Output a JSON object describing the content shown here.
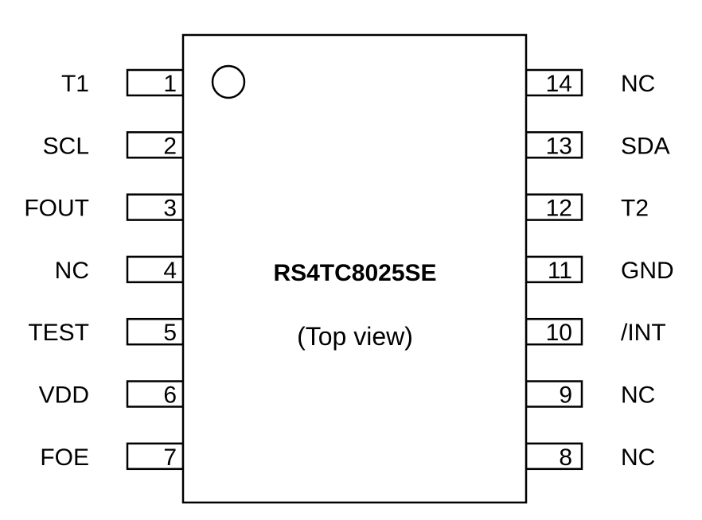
{
  "chip": {
    "part_number": "RS4TC8025SE",
    "view_label": "(Top view)"
  },
  "pins_left": [
    {
      "number": "1",
      "name": "T1"
    },
    {
      "number": "2",
      "name": "SCL"
    },
    {
      "number": "3",
      "name": "FOUT"
    },
    {
      "number": "4",
      "name": "NC"
    },
    {
      "number": "5",
      "name": "TEST"
    },
    {
      "number": "6",
      "name": "VDD"
    },
    {
      "number": "7",
      "name": "FOE"
    }
  ],
  "pins_right": [
    {
      "number": "14",
      "name": "NC"
    },
    {
      "number": "13",
      "name": "SDA"
    },
    {
      "number": "12",
      "name": "T2"
    },
    {
      "number": "11",
      "name": "GND"
    },
    {
      "number": "10",
      "name": "/INT"
    },
    {
      "number": "9",
      "name": "NC"
    },
    {
      "number": "8",
      "name": "NC"
    }
  ]
}
